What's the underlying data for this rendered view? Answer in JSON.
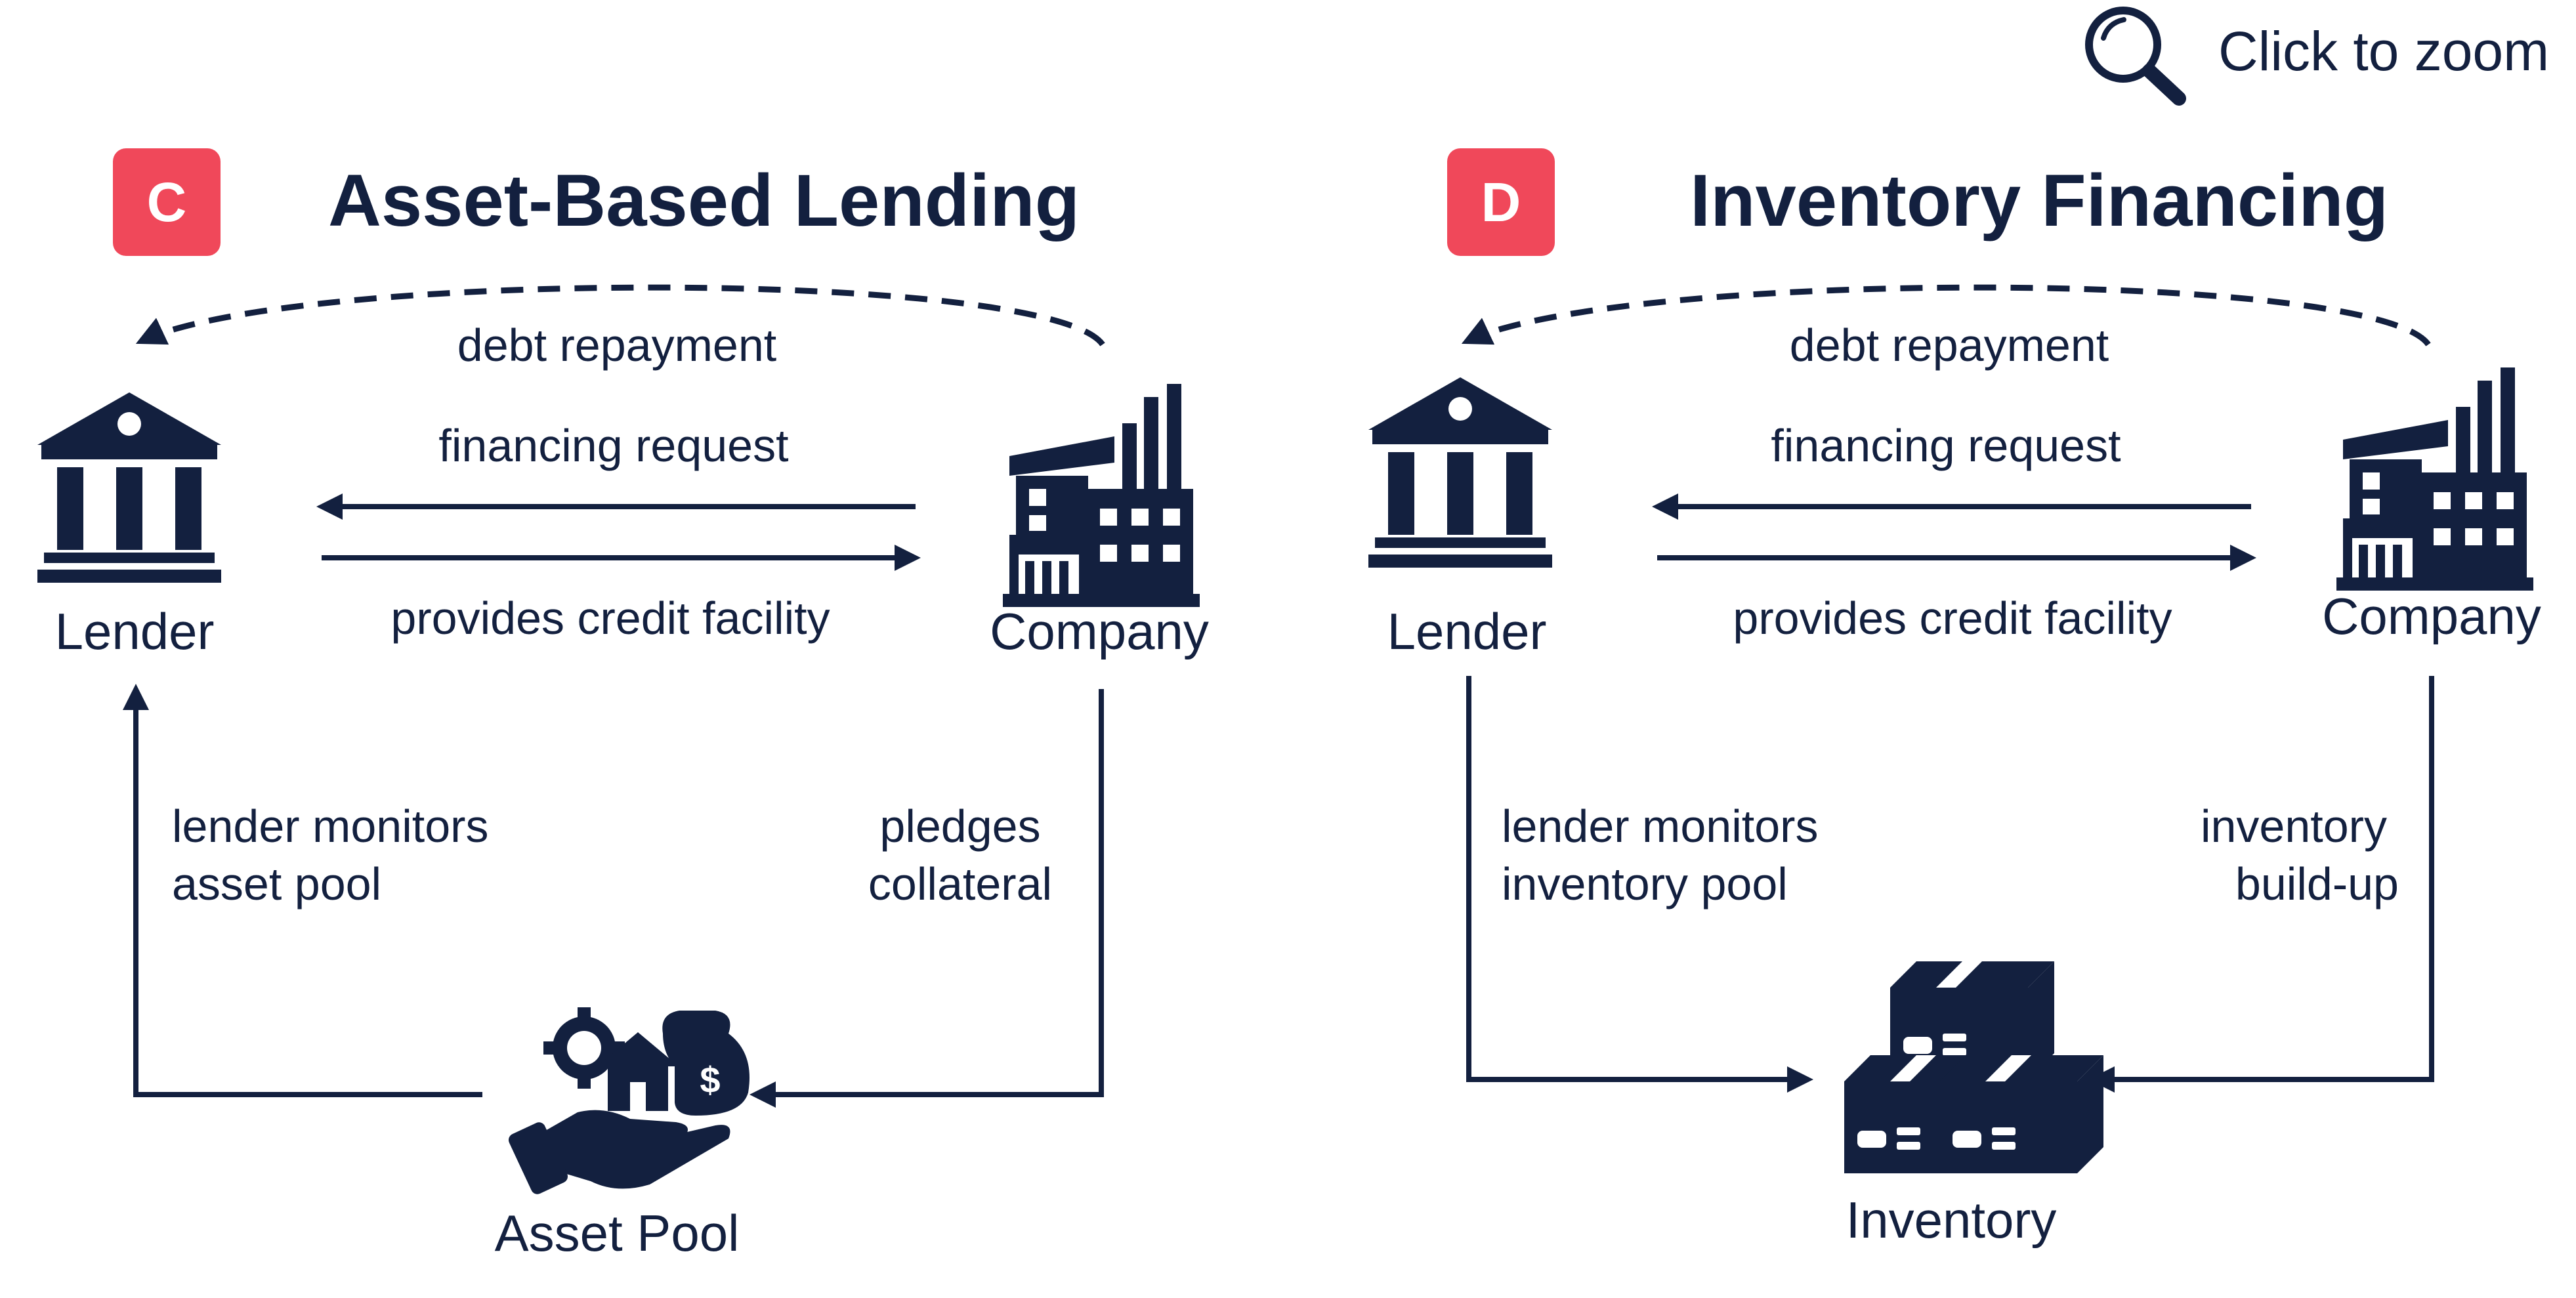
{
  "zoom": {
    "label": "Click to zoom",
    "icon": "magnifier-icon"
  },
  "colors": {
    "ink": "#13203f",
    "badge": "#f0485a",
    "background": "#ffffff"
  },
  "panels": [
    {
      "badge": "C",
      "title": "Asset-Based Lending",
      "lender_label": "Lender",
      "company_label": "Company",
      "repayment_label": "debt repayment",
      "request_label": "financing request",
      "credit_label": "provides credit facility",
      "left_flow_lines": [
        "lender monitors",
        "asset pool"
      ],
      "right_flow_lines": [
        "pledges",
        "collateral"
      ],
      "bottom_label": "Asset Pool",
      "bottom_icon": "hand-holding-assets-icon"
    },
    {
      "badge": "D",
      "title": "Inventory Financing",
      "lender_label": "Lender",
      "company_label": "Company",
      "repayment_label": "debt repayment",
      "request_label": "financing request",
      "credit_label": "provides credit facility",
      "left_flow_lines": [
        "lender monitors",
        "inventory pool"
      ],
      "right_flow_lines": [
        "inventory",
        "build-up"
      ],
      "bottom_label": "Inventory",
      "bottom_icon": "stacked-boxes-icon"
    }
  ]
}
